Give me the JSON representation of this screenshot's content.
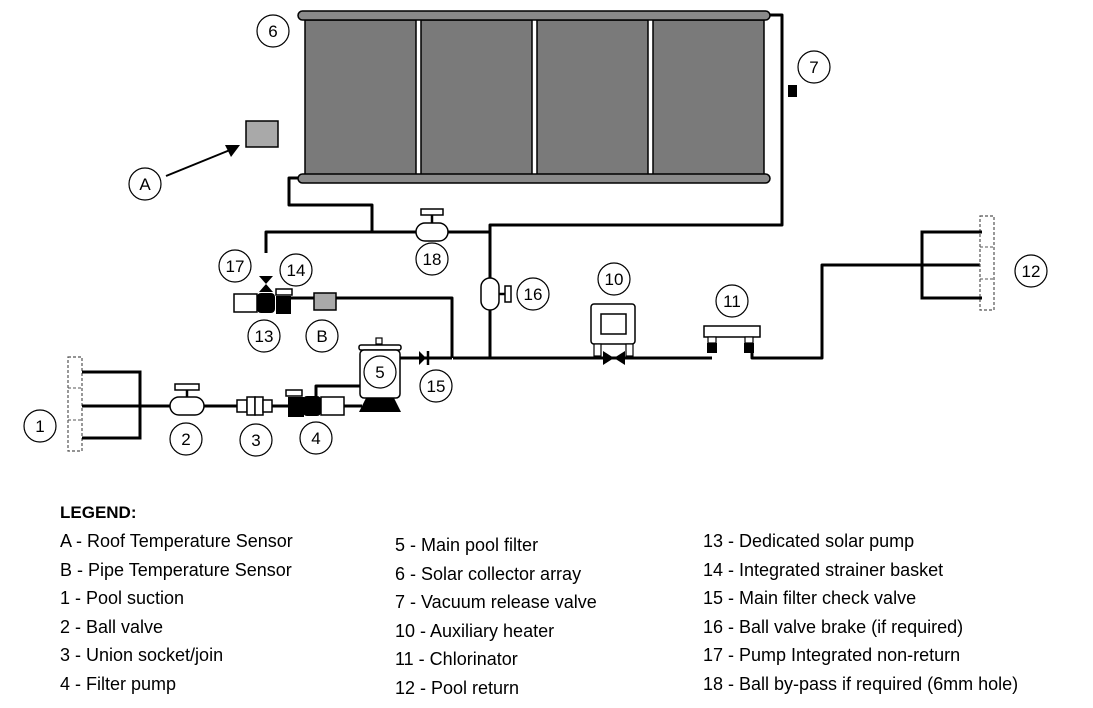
{
  "diagram": {
    "callouts": {
      "c1": "1",
      "c2": "2",
      "c3": "3",
      "c4": "4",
      "c5": "5",
      "c6": "6",
      "c7": "7",
      "c10": "10",
      "c11": "11",
      "c12": "12",
      "c13": "13",
      "c14": "14",
      "c15": "15",
      "c16": "16",
      "c17": "17",
      "c18": "18",
      "cA": "A",
      "cB": "B"
    }
  },
  "legend": {
    "title": "LEGEND:",
    "col1": [
      "A - Roof Temperature Sensor",
      "B - Pipe Temperature Sensor",
      "1 - Pool suction",
      "2 - Ball valve",
      "3 - Union socket/join",
      "4 - Filter pump"
    ],
    "col2": [
      "5 - Main pool filter",
      "6 - Solar collector array",
      "7 - Vacuum release valve",
      "10 - Auxiliary heater",
      "11 - Chlorinator",
      "12 - Pool return"
    ],
    "col3": [
      "13 - Dedicated solar pump",
      "14 - Integrated strainer basket",
      "15 - Main filter check valve",
      "16 - Ball valve brake (if required)",
      "17 - Pump Integrated non-return",
      "18 - Ball by-pass if required (6mm hole)"
    ]
  }
}
